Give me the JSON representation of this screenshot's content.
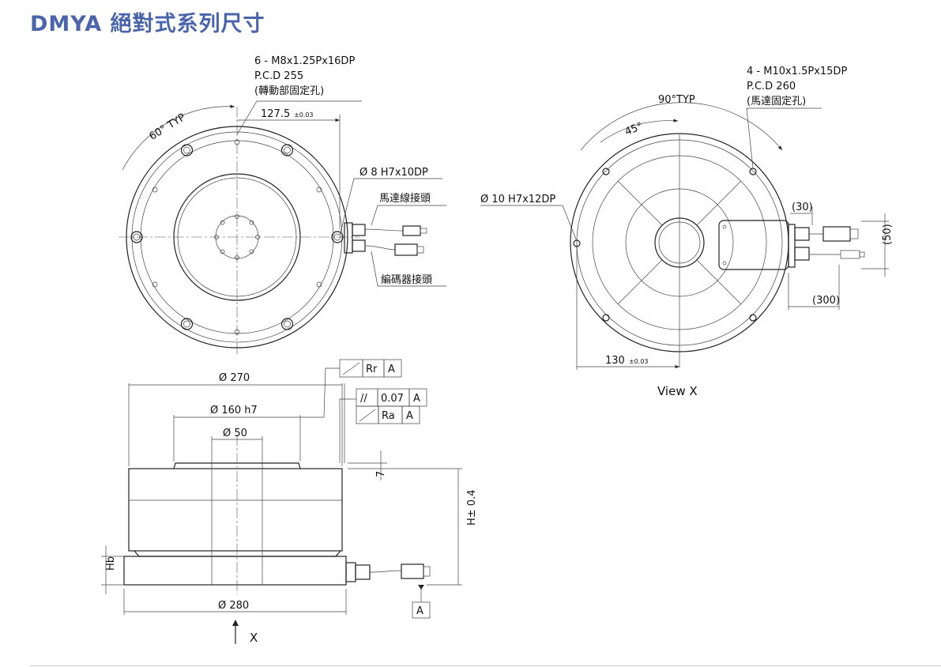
{
  "title": "DMYA 絕對式系列尺寸",
  "colors": {
    "title": "#4b65ad"
  },
  "front_view": {
    "hole_spec": "6 - M8x1.25Px16DP",
    "hole_pcd": "P.C.D 255",
    "hole_note": "(轉動部固定孔)",
    "angle": "60° TYP",
    "radius": "127.5",
    "radius_tol": "±0.03",
    "pin_hole": "Ø  8 H7x10DP",
    "motor_connector": "馬達線接頭",
    "encoder_connector": "編碼器接頭"
  },
  "view_x": {
    "hole_spec": "4 - M10x1.5Px15DP",
    "hole_pcd": "P.C.D 260",
    "hole_note": "(馬達固定孔)",
    "angle_typ": "90°TYP",
    "angle": "45°",
    "pin_hole": "Ø  10 H7x12DP",
    "radius": "130",
    "radius_tol": "±0.03",
    "dim_30": "(30)",
    "dim_50": "(50)",
    "dim_300": "(300)",
    "caption": "View X"
  },
  "side_view": {
    "dia_270": "Ø  270",
    "dia_160": "Ø  160 h7",
    "dia_50": "Ø  50",
    "dia_280": "Ø  280",
    "dim_7": "7",
    "height": "H± 0.4",
    "hb": "Hb",
    "tol_rr": "Rr",
    "tol_parallel": "0.07",
    "tol_ra": "Ra",
    "datum": "A",
    "view_arrow": "X"
  }
}
